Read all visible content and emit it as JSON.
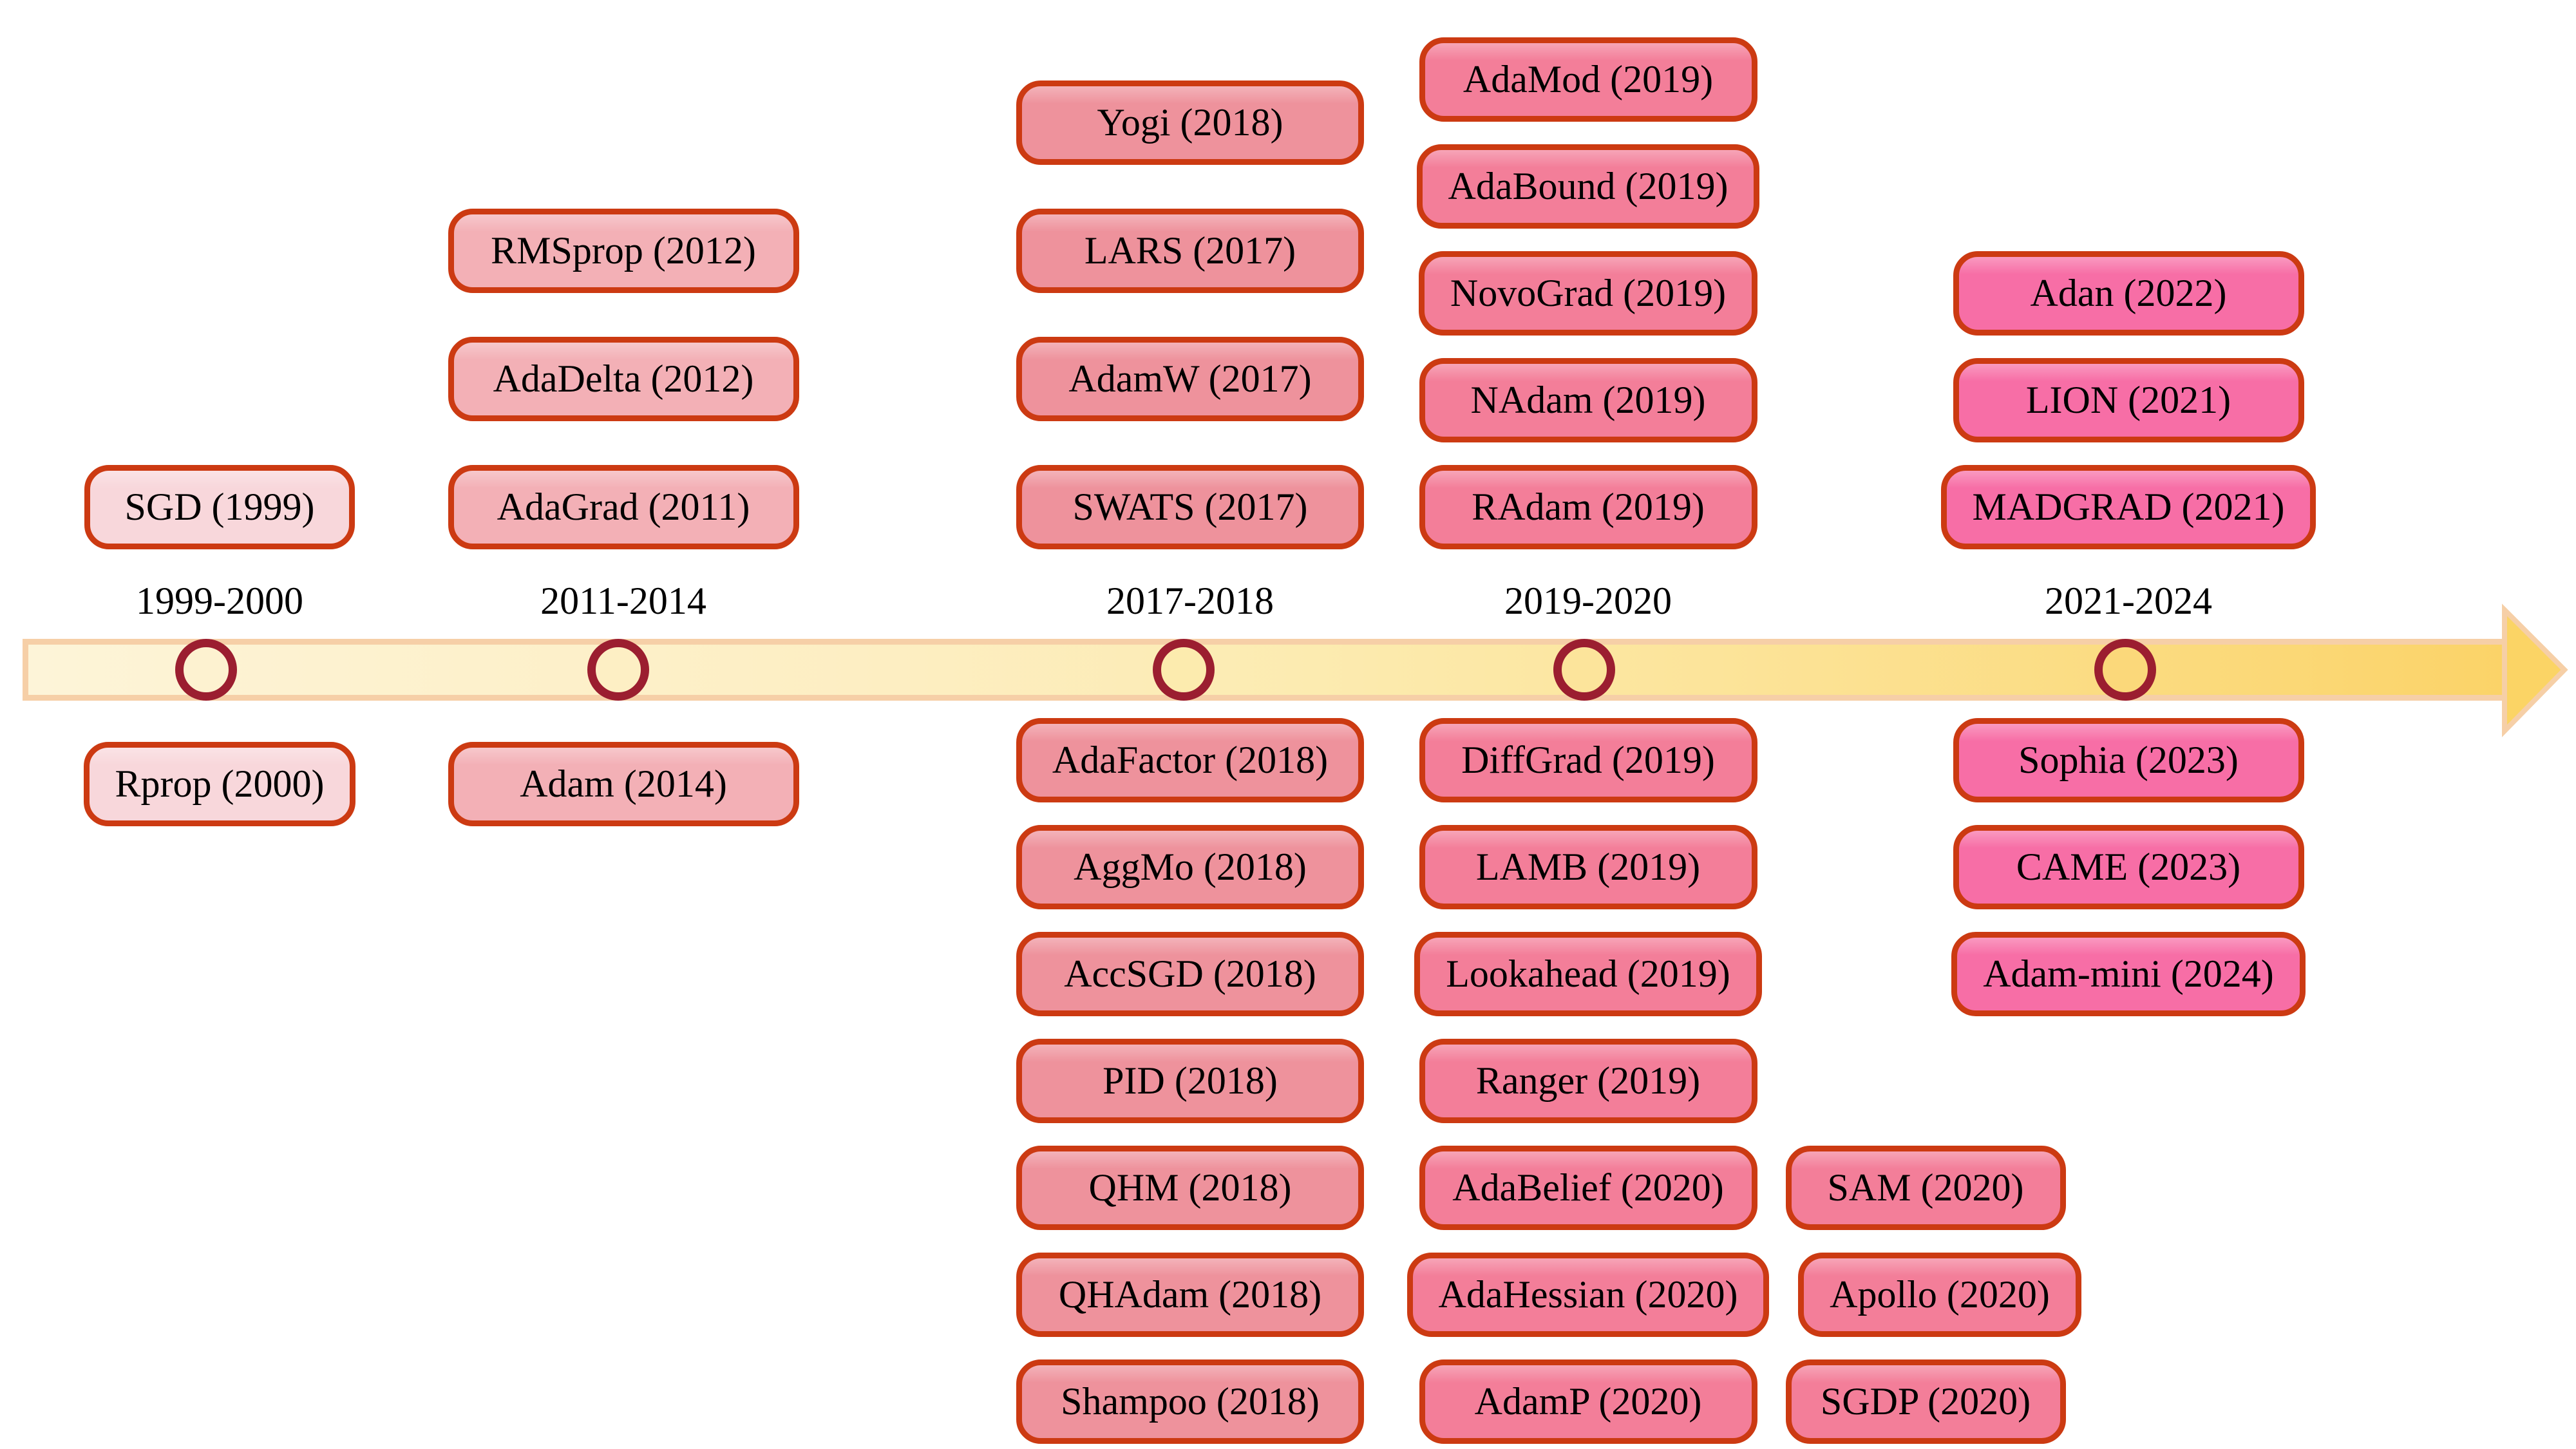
{
  "timeline": {
    "arrow": {
      "gradient_start_color": "#fdf4d8",
      "gradient_end_color": "#fbd368",
      "border_color": "#f6cfa7"
    },
    "marker_ring_color": "#9b1e30",
    "box_border_color": "#cc3a12",
    "periods": [
      {
        "label": "1999-2000",
        "box_fill": "#f8d7db",
        "above": [
          "SGD (1999)"
        ],
        "below": [
          "Rprop (2000)"
        ]
      },
      {
        "label": "2011-2014",
        "box_fill": "#f3b0b6",
        "above": [
          "RMSprop (2012)",
          "AdaDelta (2012)",
          "AdaGrad (2011)"
        ],
        "below": [
          "Adam (2014)"
        ]
      },
      {
        "label": "2017-2018",
        "box_fill": "#ee929c",
        "above": [
          "Yogi (2018)",
          "LARS (2017)",
          "AdamW (2017)",
          "SWATS (2017)"
        ],
        "below": [
          "AdaFactor (2018)",
          "AggMo (2018)",
          "AccSGD (2018)",
          "PID (2018)",
          "QHM (2018)",
          "QHAdam (2018)",
          "Shampoo (2018)"
        ]
      },
      {
        "label": "2019-2020",
        "box_fill": "#f37e99",
        "above": [
          "AdaMod (2019)",
          "AdaBound (2019)",
          "NovoGrad (2019)",
          "NAdam (2019)",
          "RAdam (2019)"
        ],
        "below": [
          "DiffGrad (2019)",
          "LAMB (2019)",
          "Lookahead (2019)",
          "Ranger (2019)",
          "AdaBelief (2020)",
          "AdaHessian (2020)",
          "AdamP (2020)"
        ],
        "side_below": [
          "SAM (2020)",
          "Apollo (2020)",
          "SGDP (2020)"
        ]
      },
      {
        "label": "2021-2024",
        "box_fill": "#f76ea6",
        "above": [
          "Adan (2022)",
          "LION (2021)",
          "MADGRAD (2021)"
        ],
        "below": [
          "Sophia (2023)",
          "CAME (2023)",
          "Adam-mini (2024)"
        ]
      }
    ]
  }
}
